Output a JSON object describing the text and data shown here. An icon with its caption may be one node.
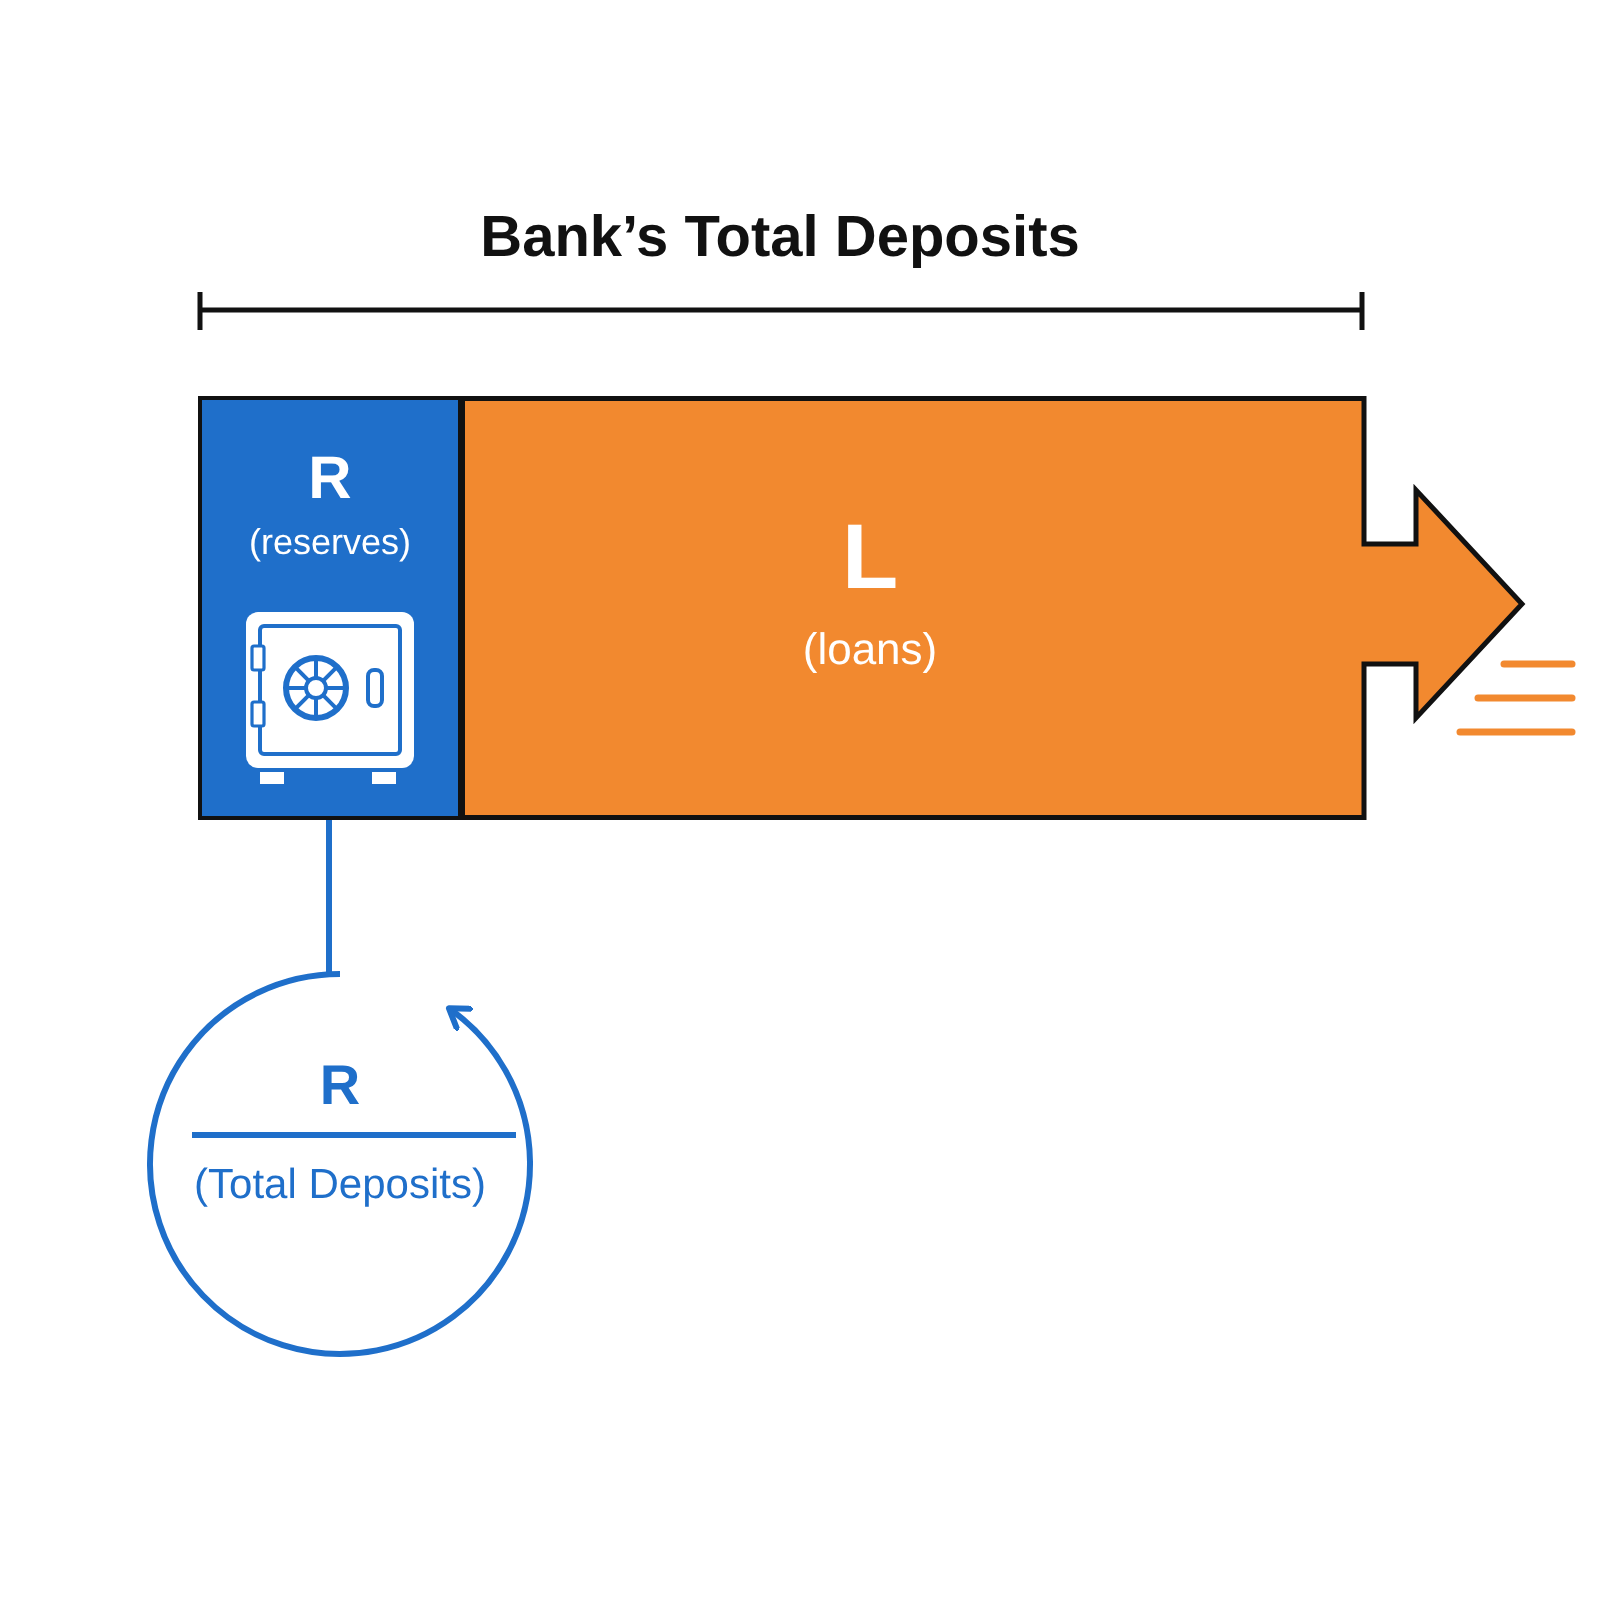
{
  "diagram": {
    "title": "Bank’s Total Deposits",
    "nodes": [
      {
        "text": [
          "R",
          "(reserves)"
        ]
      },
      {
        "text": [
          "L",
          "(loans)"
        ]
      },
      {
        "text": [
          "R",
          "(Total Deposits)"
        ]
      }
    ],
    "edges": [
      {
        "from": 0,
        "to": 2,
        "arrow": "none"
      }
    ]
  }
}
